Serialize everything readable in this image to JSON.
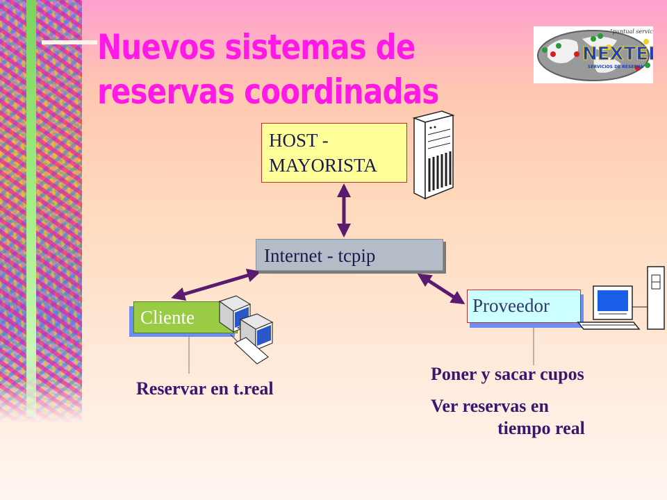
{
  "slide": {
    "title_line1": "Nuevos sistemas de",
    "title_line2": "reservas coordinadas"
  },
  "logo": {
    "brand": "NEXTEL",
    "tagline": "\"puntual service\"",
    "subtitle": "SERVICIOS DE RESERVA"
  },
  "nodes": {
    "host": {
      "line1": "HOST -",
      "line2": "MAYORISTA",
      "icon": "server-tower-icon"
    },
    "internet": {
      "label": "Internet - tcpip"
    },
    "cliente": {
      "label": "Cliente",
      "icon": "networked-computers-icon"
    },
    "proveedor": {
      "label": "Proveedor",
      "icon": "desktop-computer-icon"
    }
  },
  "annotations": {
    "cliente_note": "Reservar en t.real",
    "proveedor_note1": "Poner y sacar cupos",
    "proveedor_note2_line1": "Ver reservas en",
    "proveedor_note2_line2": "tiempo real"
  },
  "colors": {
    "title": "#ff19e6",
    "arrow": "#5a1a6e",
    "host_fill": "#ffff99",
    "internet_fill": "#b4bcc8",
    "cliente_fill": "#99cc44",
    "proveedor_fill": "#ccffff",
    "note_text": "#3a1670"
  }
}
